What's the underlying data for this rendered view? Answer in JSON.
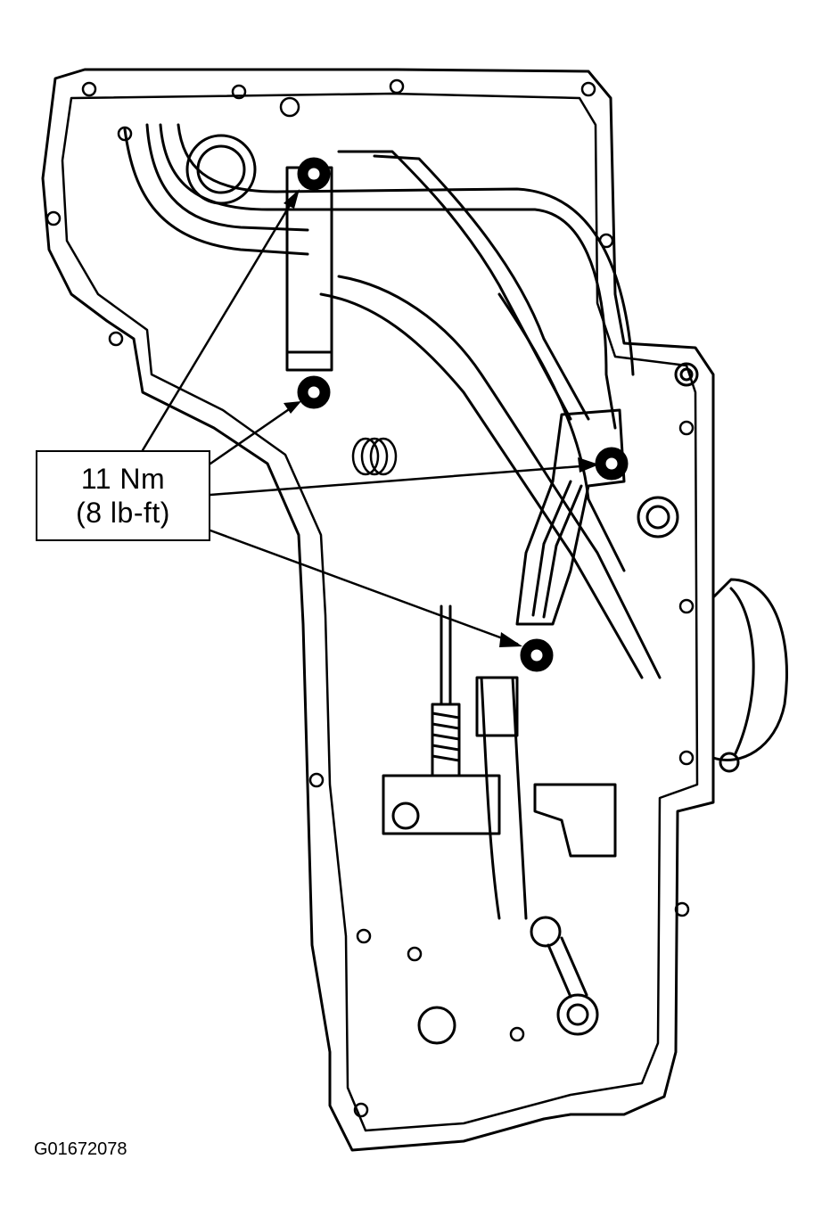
{
  "callout": {
    "torque_metric": "11 Nm",
    "torque_imperial": "(8 lb-ft)"
  },
  "figure_id": "G01672078",
  "colors": {
    "ink": "#000000",
    "paper": "#ffffff"
  },
  "parts": [
    "valve-body",
    "oil-pan-gasket-outline",
    "fluid-tubes",
    "tube-bracket-bolts",
    "filter-neck",
    "sensor",
    "spring",
    "manual-valve-detent"
  ]
}
